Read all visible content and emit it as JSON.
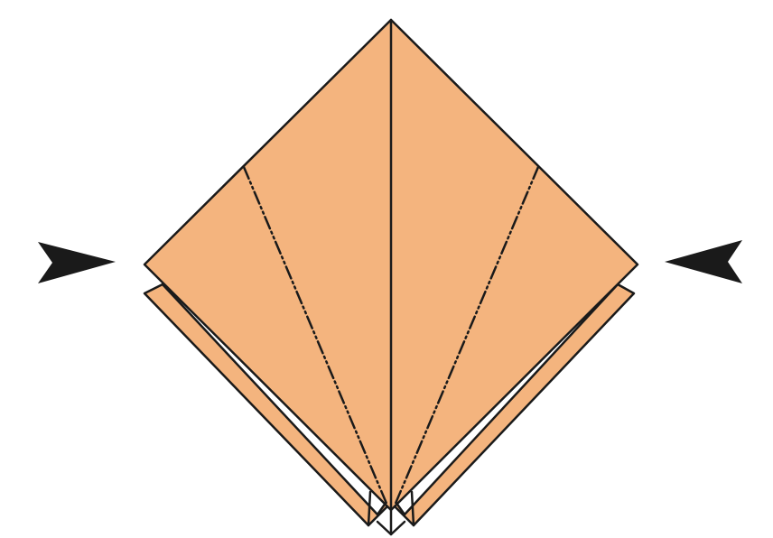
{
  "diagram": {
    "colors": {
      "paper_front": "#F4B47E",
      "paper_back": "#FFFFFF",
      "outline": "#1A1A1A",
      "arrow": "#1A1A1A"
    },
    "fold_type": "mountain-fold",
    "arrows": [
      {
        "icon": "arrowhead-right-icon",
        "direction": "right"
      },
      {
        "icon": "arrowhead-left-icon",
        "direction": "left"
      }
    ]
  }
}
